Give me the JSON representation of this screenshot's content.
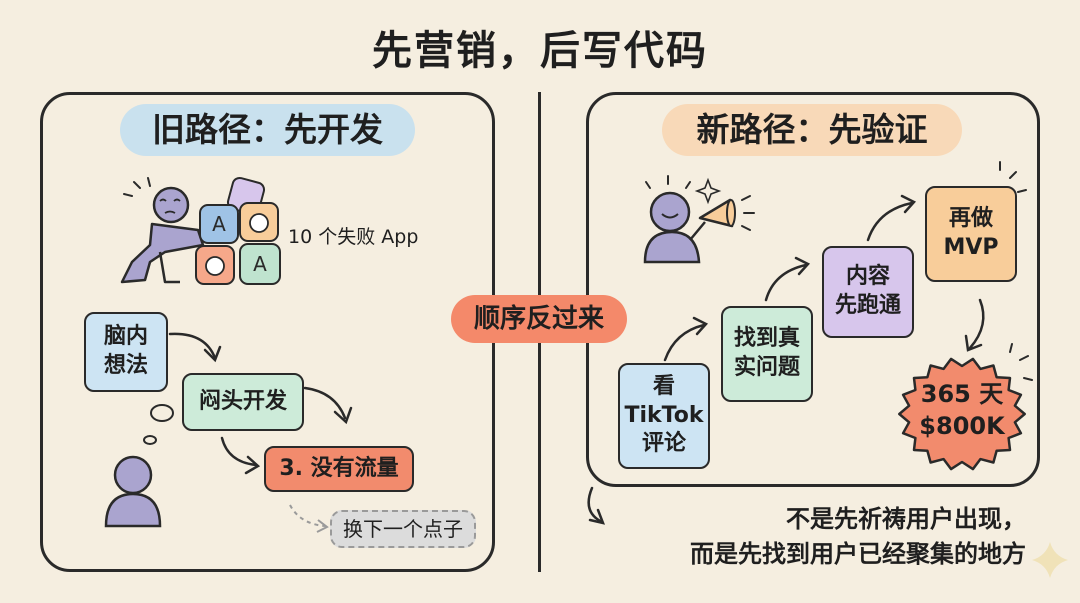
{
  "title": "先营销，后写代码",
  "left_panel": {
    "heading": "旧路径：先开发",
    "failed_apps_label": "10 个失败 App",
    "steps": {
      "idea": "脑内\n想法",
      "build": "闷头开发",
      "no_traffic": "3. 没有流量",
      "next_idea": "换下一个点子"
    }
  },
  "center_label": "顺序反过来",
  "right_panel": {
    "heading": "新路径：先验证",
    "steps": {
      "watch": "看\nTikTok\n评论",
      "find_problem": "找到真\n实问题",
      "content_first": "内容\n先跑通",
      "then_mvp": "再做\nMVP",
      "result": "365 天\n$800K"
    }
  },
  "conclusion": "不是先祈祷用户出现，\n而是先找到用户已经聚集的地方",
  "colors": {
    "background": "#f5eee0",
    "left_heading": "#c9e1ee",
    "right_heading": "#f8d9b8",
    "center_pill": "#f4896a",
    "idea_box": "#cde4f3",
    "build_box": "#cdebd9",
    "no_traffic_box": "#f28b6d",
    "next_idea_box": "#dcdcdc",
    "watch_box": "#cde4f3",
    "find_box": "#cdebd9",
    "content_box": "#d7c6ec",
    "mvp_box": "#f8cd9a",
    "result_badge": "#f28b6d",
    "figure": "#aaa4cf"
  }
}
